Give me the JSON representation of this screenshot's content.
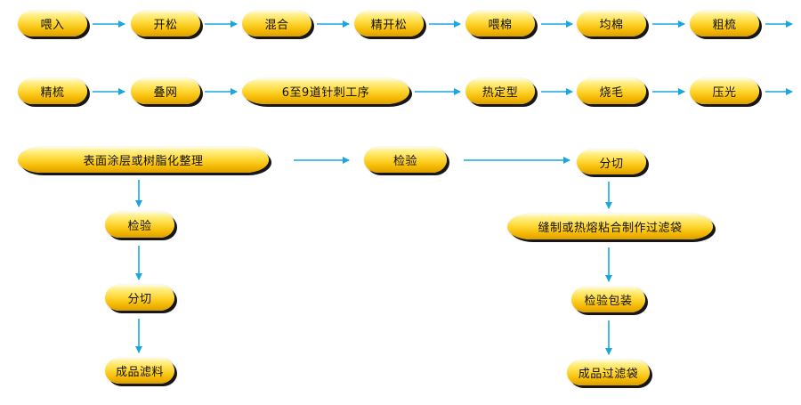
{
  "accent_color": "#1aa7e0",
  "node_color": "#ffd21f",
  "nodes": {
    "feed": "喂入",
    "open": "开松",
    "mix": "混合",
    "fine_open": "精开松",
    "cotton_feed": "喂棉",
    "even_cotton": "均棉",
    "rough_comb": "粗梳",
    "fine_comb": "精梳",
    "lapping": "叠网",
    "needle": "6至9道针刺工序",
    "heat_set": "热定型",
    "singe": "烧毛",
    "calender": "压光",
    "coating": "表面涂层或树脂化整理",
    "inspect_mid": "检验",
    "cut_right": "分切",
    "inspect_left": "检验",
    "cut_left": "分切",
    "product_media": "成品滤料",
    "sew_bags": "缝制或热熔粘合制作过滤袋",
    "inspect_pack": "检验包装",
    "product_bags": "成品过滤袋"
  }
}
